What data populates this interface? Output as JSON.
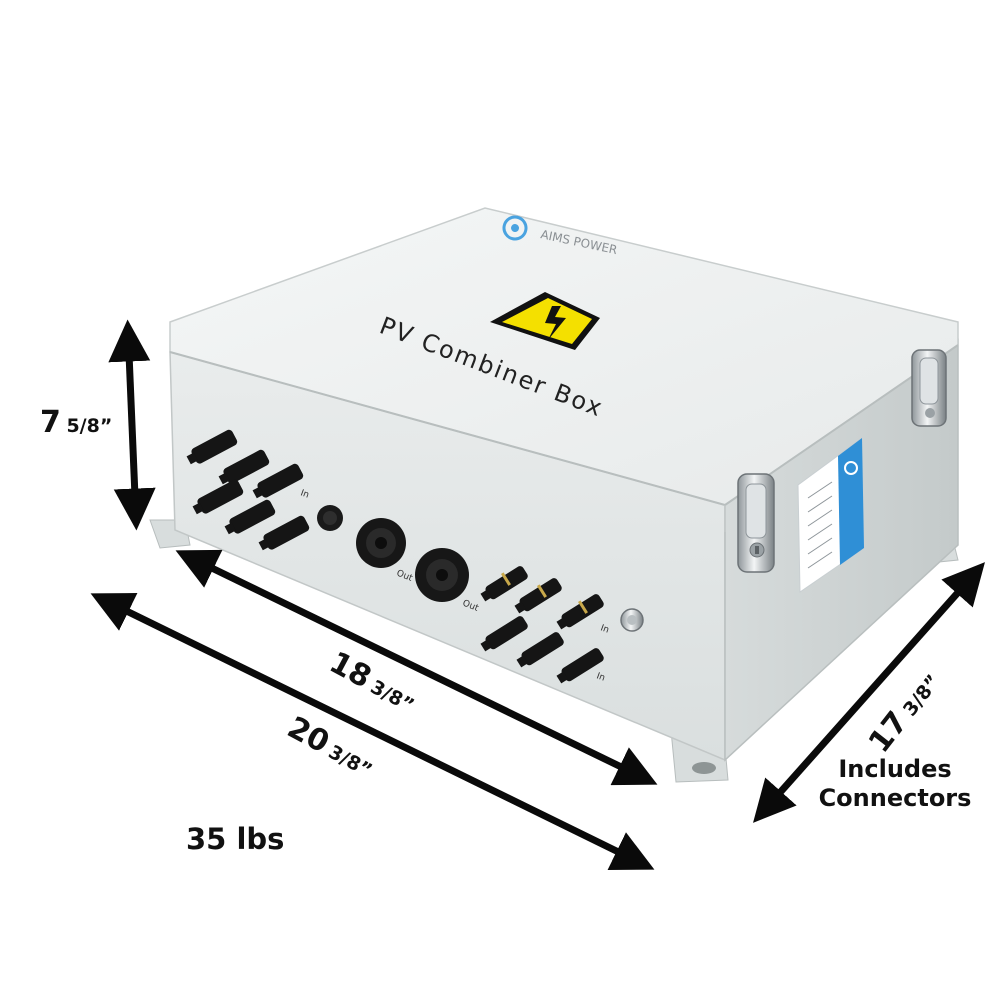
{
  "product": {
    "brand": "AIMS POWER",
    "front_label": "PV Combiner Box",
    "port_labels": {
      "out_left": "Out",
      "out_right": "Out",
      "in": "In"
    }
  },
  "dimensions": {
    "height": {
      "whole": "7",
      "fraction": "5/8”"
    },
    "width_inner": {
      "whole": "18",
      "fraction": "3/8”"
    },
    "width_outer": {
      "whole": "20",
      "fraction": "3/8”"
    },
    "depth": {
      "whole": "17",
      "fraction": "3/8”"
    }
  },
  "notes": {
    "includes_line1": "Includes",
    "includes_line2": "Connectors",
    "weight": "35 lbs"
  },
  "colors": {
    "enclosure": "#e6e9e8",
    "enclosure_shade": "#d3d7d6",
    "warning_yellow": "#f4e000",
    "label_blue": "#2f8fd6",
    "connector_black": "#151515",
    "arrow_black": "#0a0a0a"
  },
  "icons": {
    "brand_logo": "aims-logo-icon",
    "warning": "high-voltage-warning-icon"
  }
}
